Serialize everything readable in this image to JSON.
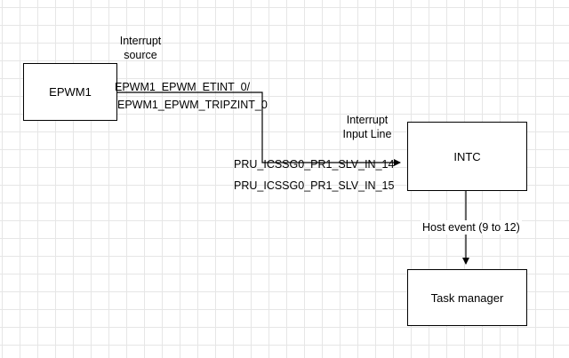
{
  "blocks": {
    "epwm": "EPWM1",
    "intc": "INTC",
    "task_manager": "Task manager"
  },
  "labels": {
    "interrupt_source": [
      "Interrupt",
      "source"
    ],
    "interrupt_input_line": [
      "Interrupt",
      "Input Line"
    ],
    "signal_etint": "EPWM1_EPWM_ETINT_0/",
    "signal_tripzint": "EPWM1_EPWM_TRIPZINT_0",
    "pru_in_14": "PRU_ICSSG0_PR1_SLV_IN_14",
    "pru_in_15": "PRU_ICSSG0_PR1_SLV_IN_15",
    "host_event": "Host event (9 to 12)"
  },
  "colors": {
    "grid": "#e6e6e6",
    "stroke": "#000000",
    "background": "#ffffff"
  }
}
